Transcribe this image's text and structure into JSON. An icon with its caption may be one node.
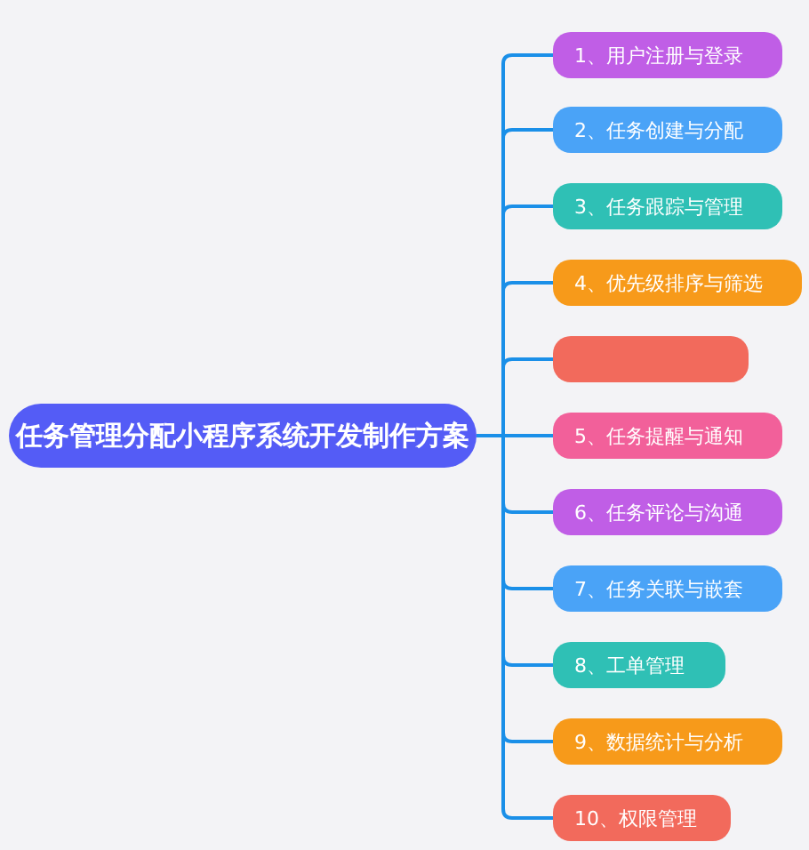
{
  "diagram": {
    "nodes": [
      {
        "text": [
          "任务管理分配小程序系统开发制作方案"
        ]
      },
      {
        "text": [
          "1、用户注册与登录"
        ]
      },
      {
        "text": [
          "2、任务创建与分配"
        ]
      },
      {
        "text": [
          "3、任务跟踪与管理"
        ]
      },
      {
        "text": [
          "4、优先级排序与筛选"
        ]
      },
      {
        "text": [],
        "shape": "box"
      },
      {
        "text": [
          "5、任务提醒与通知"
        ]
      },
      {
        "text": [
          "6、任务评论与沟通"
        ]
      },
      {
        "text": [
          "7、任务关联与嵌套"
        ]
      },
      {
        "text": [
          "8、工单管理"
        ]
      },
      {
        "text": [
          "9、数据统计与分析"
        ]
      },
      {
        "text": [
          "10、权限管理"
        ]
      }
    ],
    "edges": [
      {
        "from": 0,
        "to": 1,
        "arrow": "none"
      },
      {
        "from": 0,
        "to": 2,
        "arrow": "none"
      },
      {
        "from": 0,
        "to": 3,
        "arrow": "none"
      },
      {
        "from": 0,
        "to": 4,
        "arrow": "none"
      },
      {
        "from": 0,
        "to": 5,
        "arrow": "none"
      },
      {
        "from": 0,
        "to": 6,
        "arrow": "none"
      },
      {
        "from": 0,
        "to": 7,
        "arrow": "none"
      },
      {
        "from": 0,
        "to": 8,
        "arrow": "none"
      },
      {
        "from": 0,
        "to": 9,
        "arrow": "none"
      },
      {
        "from": 0,
        "to": 10,
        "arrow": "none"
      },
      {
        "from": 0,
        "to": 11,
        "arrow": "none"
      }
    ]
  }
}
